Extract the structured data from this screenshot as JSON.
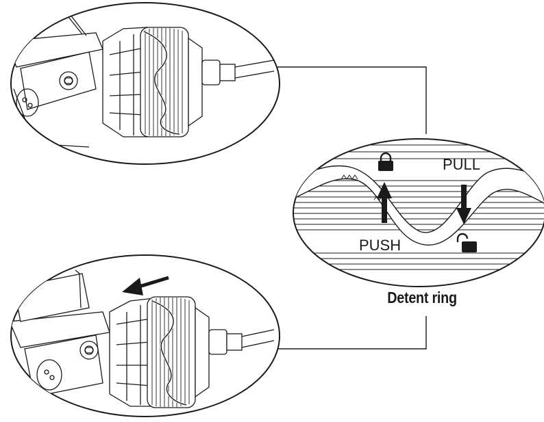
{
  "labels": {
    "pull": "PULL",
    "push": "PUSH",
    "caption": "Detent ring"
  },
  "icons": {
    "locked": "lock-closed-icon",
    "unlocked": "lock-open-icon",
    "arrow_up": "arrow-up-icon",
    "arrow_down": "arrow-down-icon",
    "direction_arrow": "arrow-left-icon"
  },
  "colors": {
    "ink": "#1a1a1a",
    "background": "#ffffff"
  }
}
